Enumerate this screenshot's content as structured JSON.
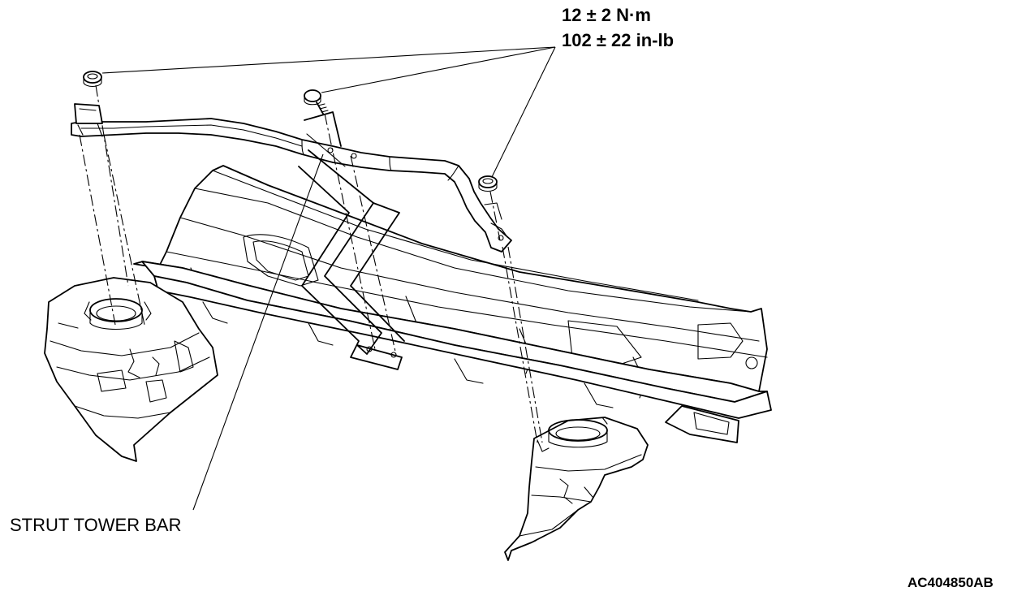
{
  "torque": {
    "metric": "12 ± 2 N·m",
    "imperial": "102 ± 22 in-lb"
  },
  "labels": {
    "part": "STRUT TOWER BAR",
    "figure_code": "AC404850AB"
  },
  "colors": {
    "line": "#000000",
    "background": "#ffffff"
  }
}
